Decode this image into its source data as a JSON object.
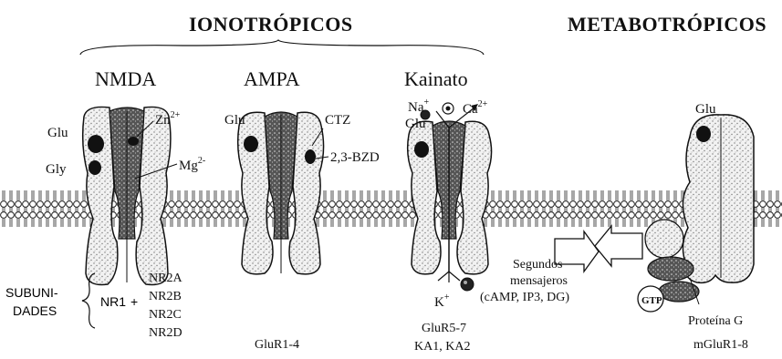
{
  "headers": {
    "ionotropic": "IONOTRÓPICOS",
    "metabotropic": "METABOTRÓPICOS"
  },
  "receptors": {
    "nmda": {
      "name": "NMDA",
      "glu": "Glu",
      "gly": "Gly",
      "zn": "Zn",
      "zn_charge": "2+",
      "mg": "Mg",
      "mg_charge": "2-"
    },
    "ampa": {
      "name": "AMPA",
      "glu": "Glu",
      "ctz": "CTZ",
      "bzd": "2,3-BZD",
      "subunits": "GluR1-4"
    },
    "kainate": {
      "name": "Kainato",
      "na": "Na",
      "na_charge": "+",
      "glu": "Glu",
      "ca": "Ca",
      "ca_charge": "2+",
      "k": "K",
      "k_charge": "+",
      "subunits_line1": "GluR5-7",
      "subunits_line2": "KA1, KA2"
    },
    "metabotropic": {
      "glu": "Glu",
      "second_messengers_line1": "Segundos",
      "second_messengers_line2": "mensajeros",
      "second_messengers_line3": "(cAMP, IP3, DG)",
      "gtp": "GTP",
      "g_protein": "Proteína G",
      "subunits": "mGluR1-8"
    }
  },
  "subunits_nmda": {
    "label_line1": "SUBUNI-",
    "label_line2": "DADES",
    "base": "NR1",
    "plus": "+",
    "options": [
      "NR2A",
      "NR2B",
      "NR2C",
      "NR2D"
    ]
  }
}
